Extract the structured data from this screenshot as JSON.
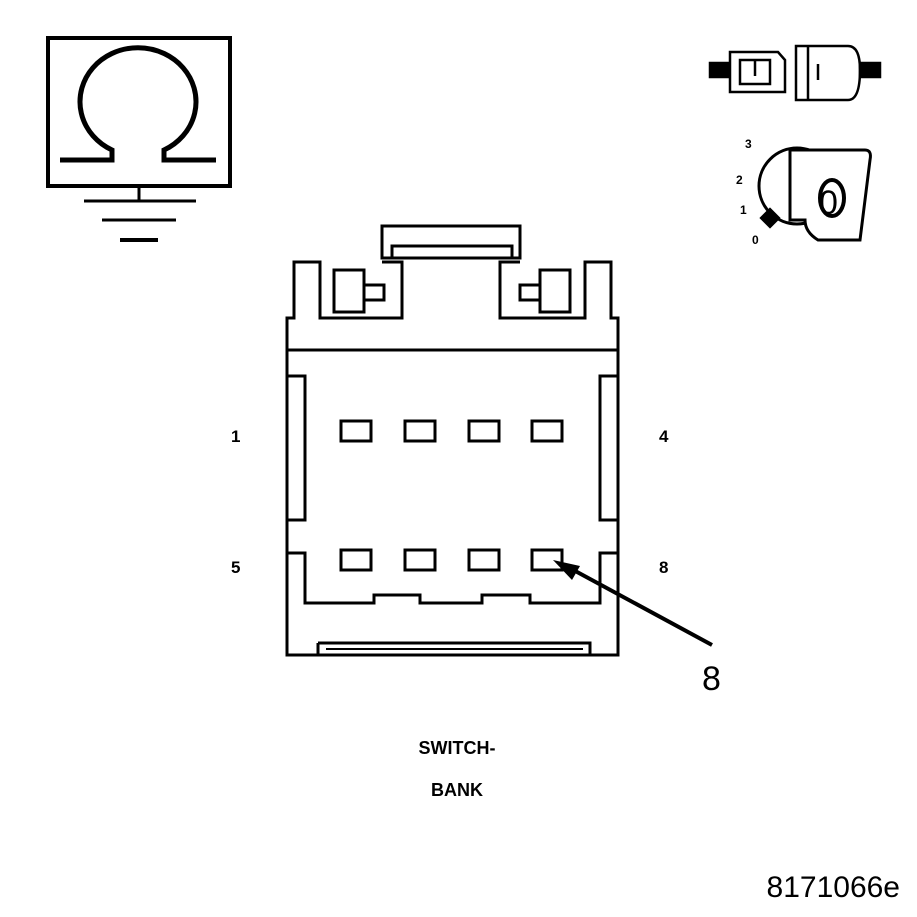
{
  "connector": {
    "pin_labels": {
      "top_left": "1",
      "top_right": "4",
      "bottom_left": "5",
      "bottom_right": "8"
    },
    "callout": "8"
  },
  "caption": {
    "line1": "SWITCH-",
    "line2": "BANK"
  },
  "ignition": {
    "positions": [
      "3",
      "2",
      "1",
      "0"
    ],
    "key_label": "0"
  },
  "figure_id": "8171066e",
  "icons": [
    "ohmmeter-ground-icon",
    "connector-disconnected-icon",
    "ignition-key-icon"
  ]
}
